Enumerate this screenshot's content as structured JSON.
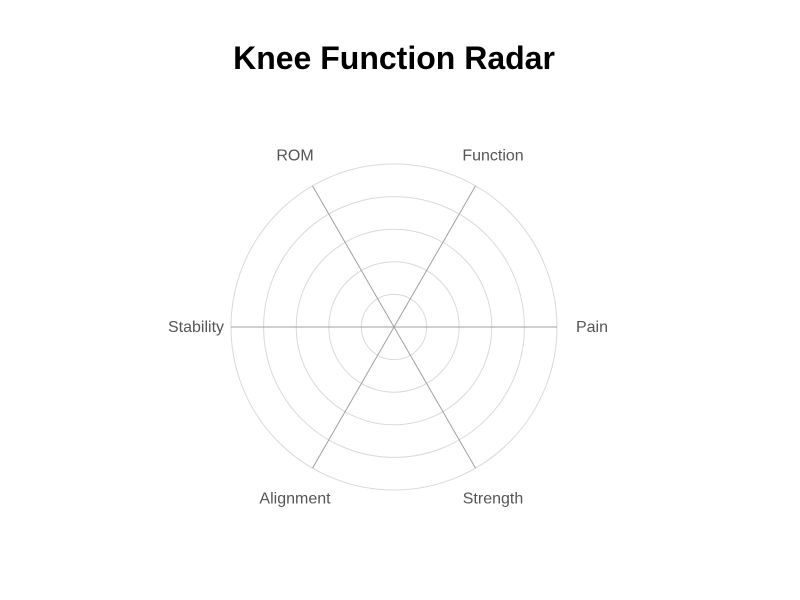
{
  "chart_data": {
    "type": "radar",
    "title": "Knee Function Radar",
    "axes": [
      "Pain",
      "Function",
      "ROM",
      "Stability",
      "Alignment",
      "Strength"
    ],
    "series": [],
    "grid_rings": 5,
    "grid": true,
    "colors": {
      "grid": "#d9d9d9",
      "spoke": "#a0a0a0",
      "label": "#555555",
      "title": "#000000"
    }
  }
}
